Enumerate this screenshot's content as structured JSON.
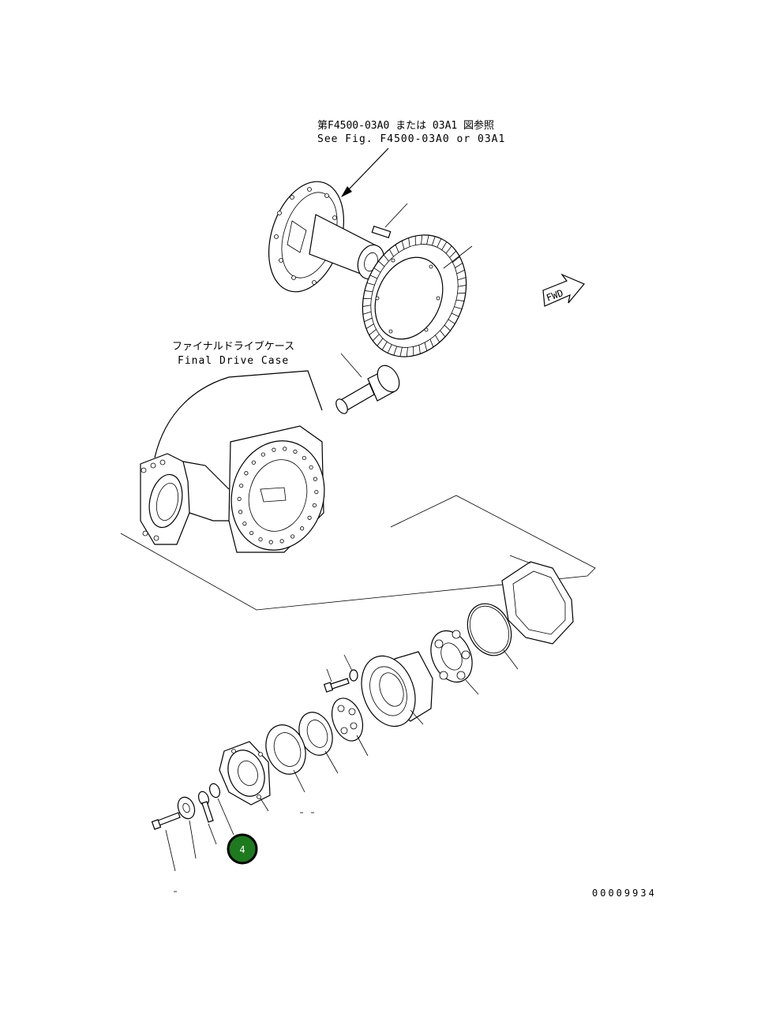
{
  "reference_note": {
    "line_jp": "第F4500-03A0 または 03A1 図参照",
    "line_en": "See Fig. F4500-03A0 or 03A1"
  },
  "case_label": {
    "line_jp": "ファイナルドライブケース",
    "line_en": "Final Drive Case"
  },
  "fwd_arrow": {
    "label": "FWD"
  },
  "callout": {
    "number": "4",
    "color": "#1e7a1e"
  },
  "footer": {
    "drawing_number": "00009934"
  }
}
